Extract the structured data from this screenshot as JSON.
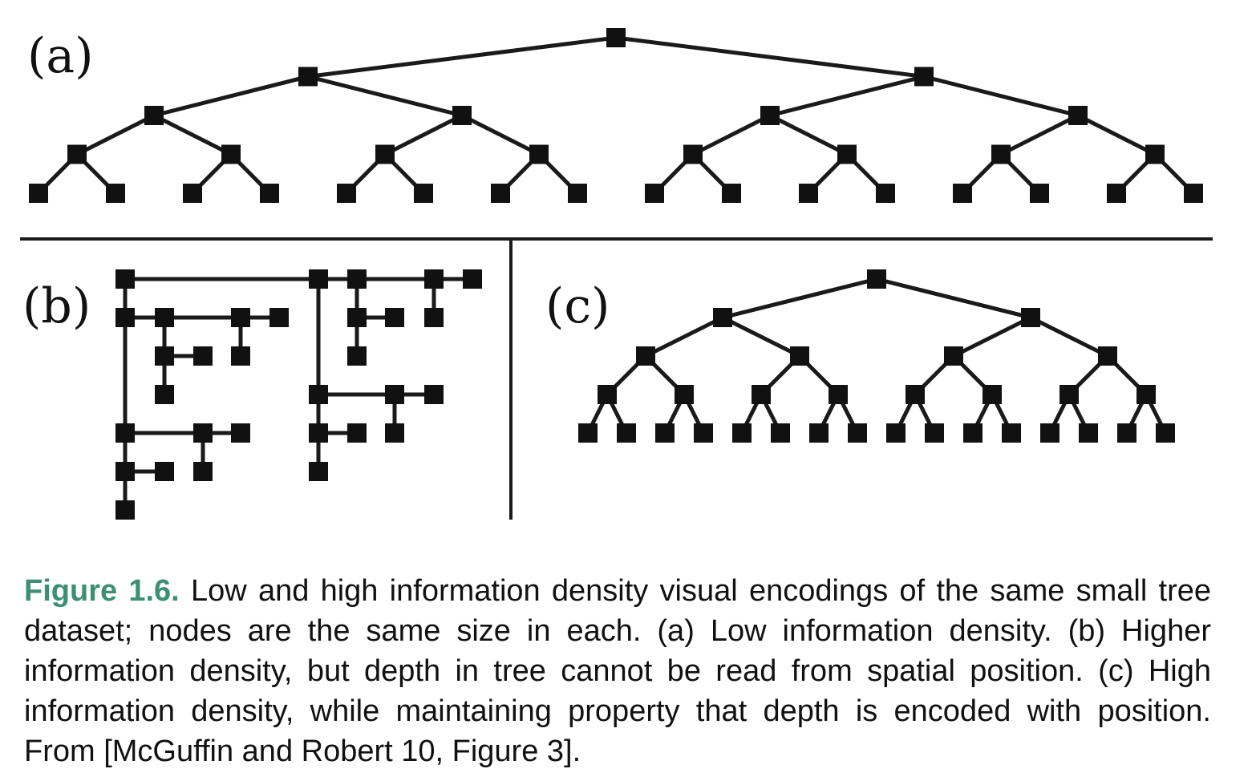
{
  "panels": {
    "a": {
      "label": "(a)"
    },
    "b": {
      "label": "(b)"
    },
    "c": {
      "label": "(c)"
    }
  },
  "tree": {
    "depth": 5,
    "branching": 2
  },
  "caption": {
    "figure_label": "Figure 1.6.",
    "text": "Low and high information density visual encodings of the same small tree dataset; nodes are the same size in each.  (a) Low information density.  (b) Higher information density, but depth in tree cannot be read from spatial position.  (c) High information density, while maintaining property that depth is encoded with position. From [McGuffin and Robert 10, Figure 3]."
  }
}
